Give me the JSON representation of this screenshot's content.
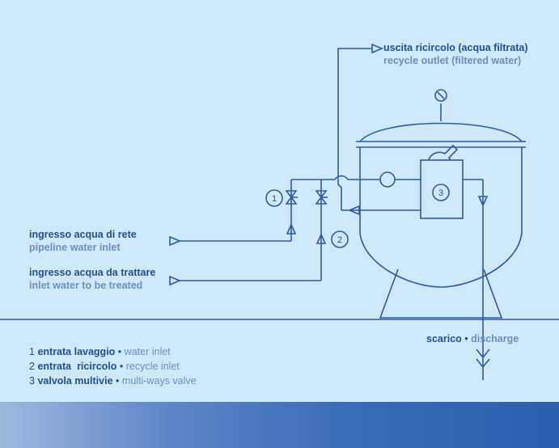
{
  "labels": {
    "outlet_it": "uscita ricircolo (acqua filtrata)",
    "outlet_en": "recycle outlet (filtered water)",
    "pipeline_it": "ingresso acqua di rete",
    "pipeline_en": "pipeline water inlet",
    "treated_it": "ingresso acqua da trattare",
    "treated_en": "inlet water to be treated",
    "discharge_it": "scarico",
    "discharge_sep": "•",
    "discharge_en": "discharge"
  },
  "markers": {
    "m1": "1",
    "m2": "2",
    "m3": "3"
  },
  "legend": [
    {
      "num": "1",
      "it": "entrata lavaggio",
      "sep": "•",
      "en": "water inlet"
    },
    {
      "num": "2",
      "it": "entrata  ricircolo",
      "sep": "•",
      "en": "recycle inlet"
    },
    {
      "num": "3",
      "it": "valvola multivie",
      "sep": "•",
      "en": "multi-ways valve"
    }
  ],
  "colors": {
    "background": "#cfe9f8",
    "line": "#2c5ba6",
    "label_primary": "#1f4f97",
    "label_secondary": "#6b8fc4"
  }
}
